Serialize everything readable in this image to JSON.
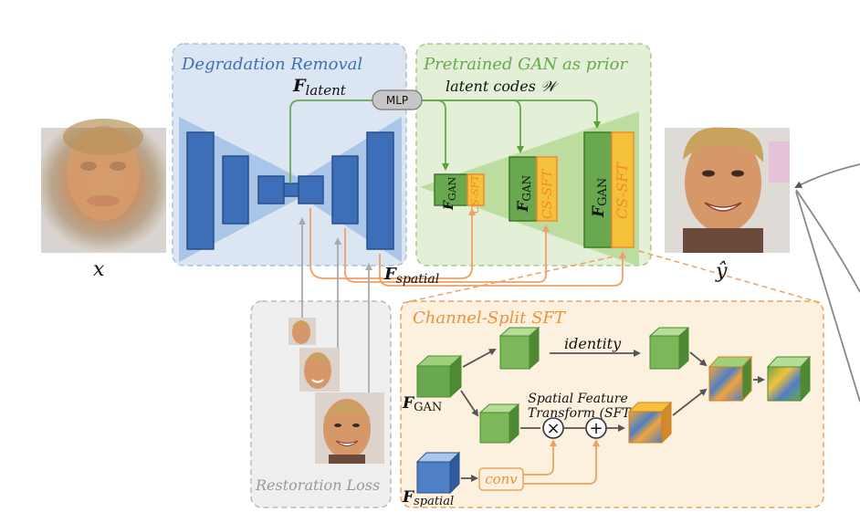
{
  "panels": {
    "degradation_removal": {
      "title": "Degradation Removal"
    },
    "gan_prior": {
      "title": "Pretrained GAN as prior"
    },
    "restoration_loss": {
      "title": "Restoration Loss"
    },
    "cs_sft": {
      "title": "Channel-Split SFT"
    }
  },
  "labels": {
    "input_symbol": "x",
    "output_symbol": "ŷ",
    "f_latent_main": "F",
    "f_latent_sub": "latent",
    "f_spatial_main": "F",
    "f_spatial_sub": "spatial",
    "mlp": "MLP",
    "latent_codes_text": "latent codes ",
    "latent_codes_symbol": "𝒲",
    "fgan_main": "F",
    "fgan_sub": "GAN",
    "cs_sft": "CS-SFT"
  },
  "sft_detail": {
    "identity": "identity",
    "sft_line1": "Spatial Feature",
    "sft_line2": "Transform (SFT)",
    "multiply": "×",
    "plus": "+",
    "conv": "conv",
    "fgan_main": "F",
    "fgan_sub": "GAN",
    "fspatial_main": "F",
    "fspatial_sub": "spatial"
  },
  "colors": {
    "blue_panel": "#dce6f2",
    "green_panel": "#e3efd6",
    "orange_panel": "#fcf1de",
    "gray_panel": "#efefef",
    "encoder_blue": "#3d6fb8",
    "gan_green": "#6aa84f",
    "sft_orange": "#f2a53a",
    "latent_arrow": "#6aa84f",
    "spatial_arrow": "#f0a064"
  }
}
